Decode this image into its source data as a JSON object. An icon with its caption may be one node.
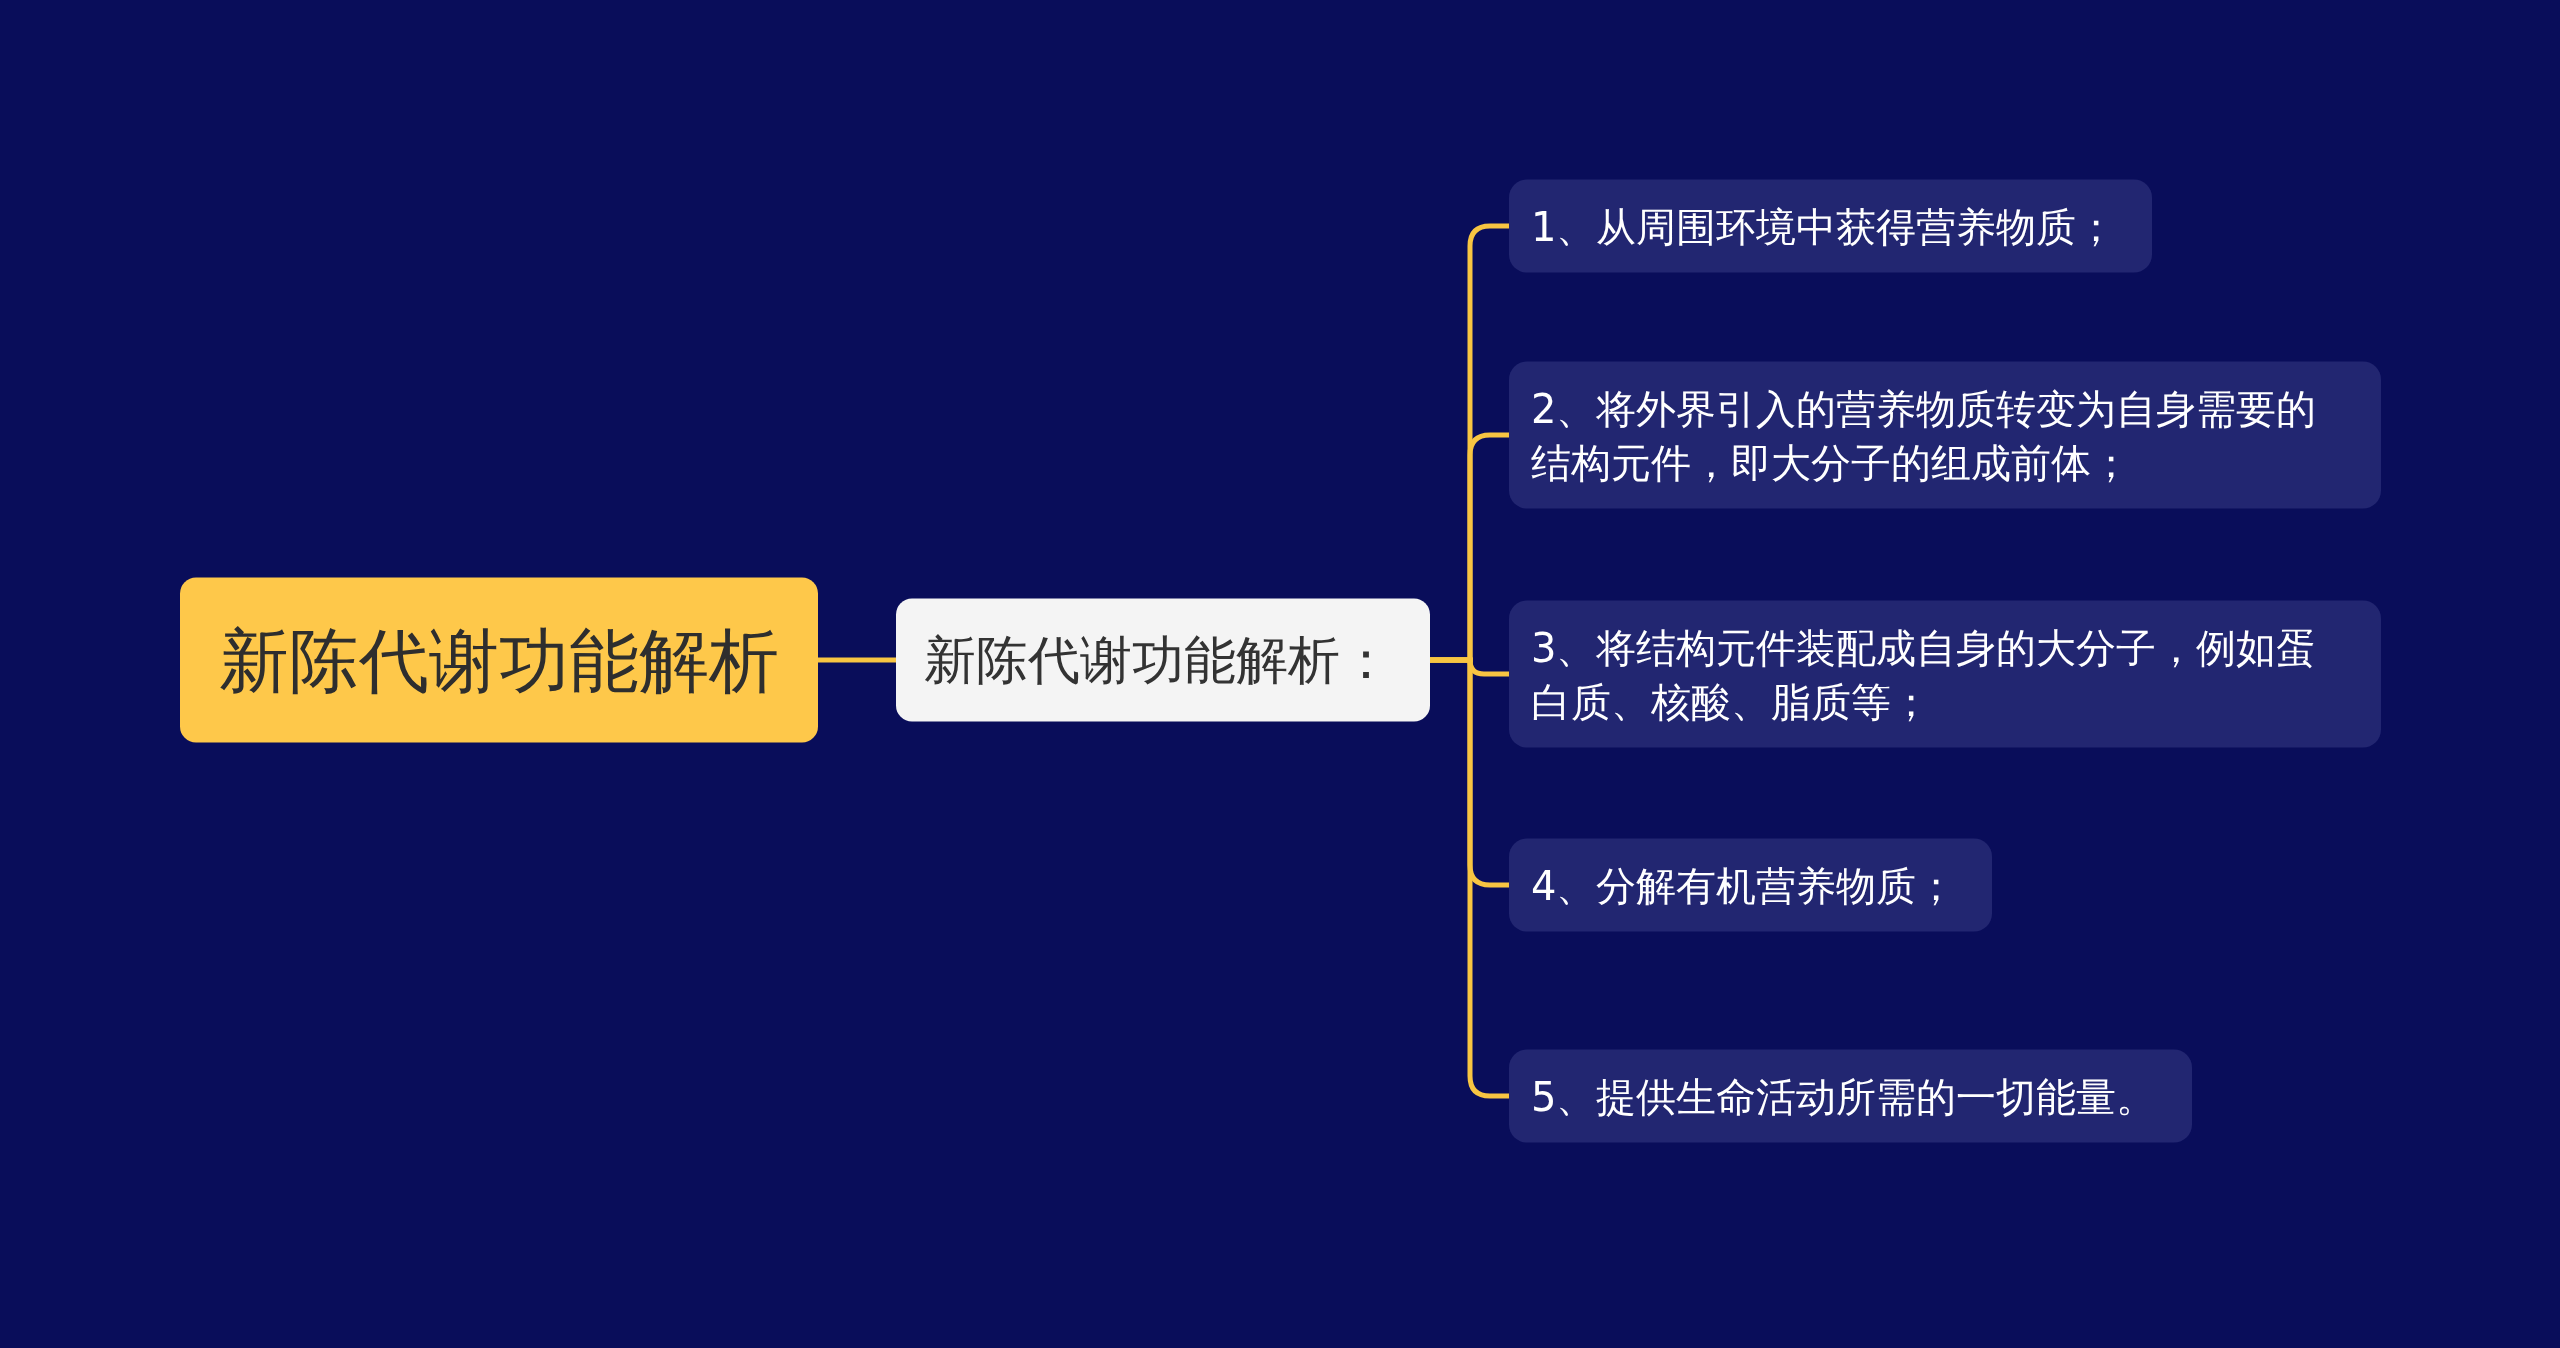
{
  "diagram": {
    "nodes": [
      {
        "text": [
          "新陈代谢功能解析"
        ]
      },
      {
        "text": [
          "新陈代谢功能解析："
        ]
      },
      {
        "text": [
          "1、从周围环境中获得营养物质；"
        ]
      },
      {
        "text": [
          "2、将外界引入的营养物质转变为自身需要的结构元件，即大分子的组成前体；"
        ]
      },
      {
        "text": [
          "3、将结构元件装配成自身的大分子，例如蛋白质、核酸、脂质等；"
        ]
      },
      {
        "text": [
          "4、分解有机营养物质；"
        ]
      },
      {
        "text": [
          "5、提供生命活动所需的一切能量。"
        ]
      }
    ],
    "edges": [
      {
        "from": 0,
        "to": 1,
        "arrow": "none"
      },
      {
        "from": 1,
        "to": 2,
        "arrow": "none"
      },
      {
        "from": 1,
        "to": 3,
        "arrow": "none"
      },
      {
        "from": 1,
        "to": 4,
        "arrow": "none"
      },
      {
        "from": 1,
        "to": 5,
        "arrow": "none"
      },
      {
        "from": 1,
        "to": 6,
        "arrow": "none"
      }
    ]
  }
}
